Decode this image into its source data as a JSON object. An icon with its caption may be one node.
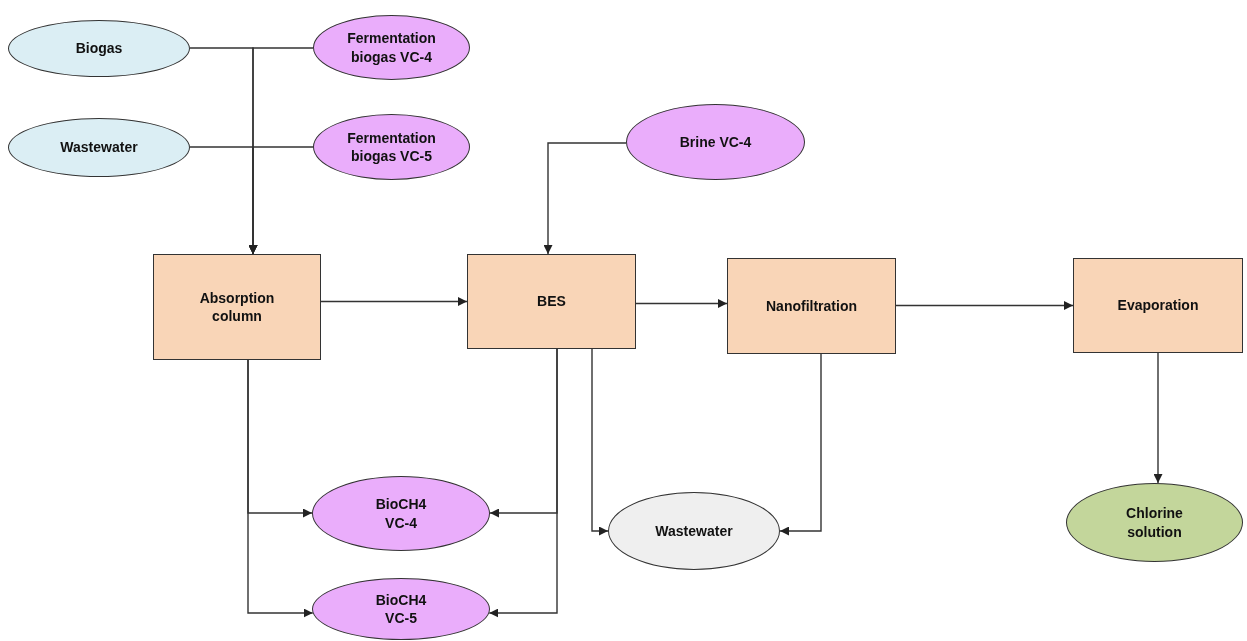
{
  "diagram": {
    "nodes": [
      {
        "text": [
          "Biogas"
        ]
      },
      {
        "text": [
          "Fermentation biogas VC-4"
        ]
      },
      {
        "text": [
          "Wastewater"
        ]
      },
      {
        "text": [
          "Fermentation biogas VC-5"
        ]
      },
      {
        "text": [
          "Brine VC-4"
        ]
      },
      {
        "text": [
          "Absorption column"
        ]
      },
      {
        "text": [
          "BES"
        ]
      },
      {
        "text": [
          "Nanofiltration"
        ]
      },
      {
        "text": [
          "Evaporation"
        ]
      },
      {
        "text": [
          "BioCH4 VC-4"
        ]
      },
      {
        "text": [
          "Wastewater"
        ]
      },
      {
        "text": [
          "Chlorine solution"
        ]
      },
      {
        "text": [
          "BioCH4 VC-5"
        ]
      }
    ],
    "edges": [
      {
        "from": 0,
        "to": 5,
        "arrow": "to"
      },
      {
        "from": 1,
        "to": 5,
        "arrow": "to"
      },
      {
        "from": 2,
        "to": 5,
        "arrow": "to"
      },
      {
        "from": 3,
        "to": 5,
        "arrow": "to"
      },
      {
        "from": 4,
        "to": 6,
        "arrow": "to"
      },
      {
        "from": 5,
        "to": 6,
        "arrow": "to"
      },
      {
        "from": 6,
        "to": 7,
        "arrow": "to"
      },
      {
        "from": 7,
        "to": 8,
        "arrow": "to"
      },
      {
        "from": 8,
        "to": 11,
        "arrow": "to"
      },
      {
        "from": 5,
        "to": 9,
        "arrow": "to"
      },
      {
        "from": 5,
        "to": 12,
        "arrow": "to"
      },
      {
        "from": 6,
        "to": 9,
        "arrow": "to"
      },
      {
        "from": 6,
        "to": 12,
        "arrow": "to"
      },
      {
        "from": 6,
        "to": 10,
        "arrow": "to"
      },
      {
        "from": 7,
        "to": 10,
        "arrow": "to"
      }
    ]
  }
}
